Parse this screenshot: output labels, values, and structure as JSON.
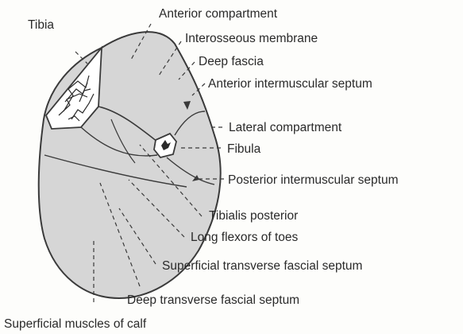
{
  "labels": {
    "tibia": "Tibia",
    "anterior_compartment": "Anterior compartment",
    "interosseous_membrane": "Interosseous membrane",
    "deep_fascia": "Deep fascia",
    "anterior_intermuscular_septum": "Anterior intermuscular septum",
    "lateral_compartment": "Lateral compartment",
    "fibula": "Fibula",
    "posterior_intermuscular_septum": "Posterior intermuscular septum",
    "tibialis_posterior": "Tibialis posterior",
    "long_flexors_of_toes": "Long flexors of toes",
    "superficial_transverse_fascial_septum": "Superficial transverse fascial septum",
    "deep_transverse_fascial_septum": "Deep transverse fascial septum",
    "superficial_muscles_of_calf": "Superficial muscles of calf"
  },
  "colors": {
    "compartment_fill": "#d6d6d6",
    "bone_fill": "#ffffff",
    "line": "#3a3a3a",
    "text": "#2a2a2a"
  }
}
